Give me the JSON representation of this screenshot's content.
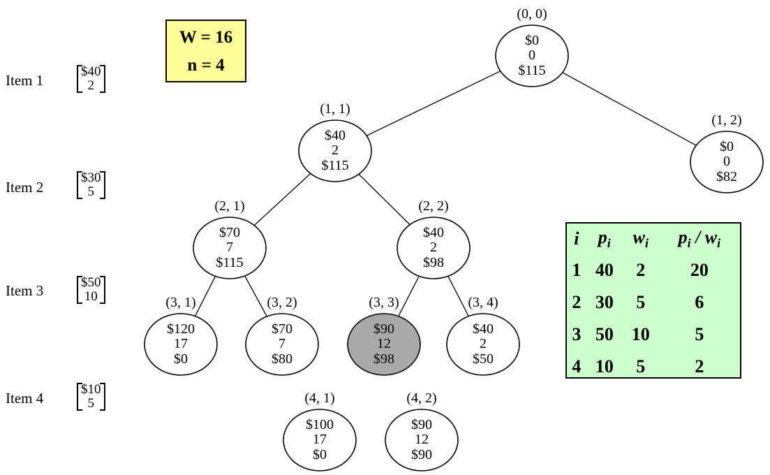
{
  "constraints": {
    "capacity": "W = 16",
    "item_count": "n = 4"
  },
  "items": [
    {
      "label": "Item 1",
      "price": "$40",
      "weight": "2"
    },
    {
      "label": "Item 2",
      "price": "$30",
      "weight": "5"
    },
    {
      "label": "Item 3",
      "price": "$50",
      "weight": "10"
    },
    {
      "label": "Item 4",
      "price": "$10",
      "weight": "5"
    }
  ],
  "tree": {
    "nodes": [
      {
        "id": "n00",
        "label": "(0, 0)",
        "profit": "$0",
        "weight": "0",
        "bound": "$115",
        "highlighted": false
      },
      {
        "id": "n11",
        "label": "(1, 1)",
        "profit": "$40",
        "weight": "2",
        "bound": "$115",
        "highlighted": false
      },
      {
        "id": "n12",
        "label": "(1, 2)",
        "profit": "$0",
        "weight": "0",
        "bound": "$82",
        "highlighted": false
      },
      {
        "id": "n21",
        "label": "(2, 1)",
        "profit": "$70",
        "weight": "7",
        "bound": "$115",
        "highlighted": false
      },
      {
        "id": "n22",
        "label": "(2, 2)",
        "profit": "$40",
        "weight": "2",
        "bound": "$98",
        "highlighted": false
      },
      {
        "id": "n31",
        "label": "(3, 1)",
        "profit": "$120",
        "weight": "17",
        "bound": "$0",
        "highlighted": false
      },
      {
        "id": "n32",
        "label": "(3, 2)",
        "profit": "$70",
        "weight": "7",
        "bound": "$80",
        "highlighted": false
      },
      {
        "id": "n33",
        "label": "(3, 3)",
        "profit": "$90",
        "weight": "12",
        "bound": "$98",
        "highlighted": true
      },
      {
        "id": "n34",
        "label": "(3, 4)",
        "profit": "$40",
        "weight": "2",
        "bound": "$50",
        "highlighted": false
      },
      {
        "id": "n41",
        "label": "(4, 1)",
        "profit": "$100",
        "weight": "17",
        "bound": "$0",
        "highlighted": false
      },
      {
        "id": "n42",
        "label": "(4, 2)",
        "profit": "$90",
        "weight": "12",
        "bound": "$90",
        "highlighted": false
      }
    ],
    "edges": [
      [
        "n00",
        "n11"
      ],
      [
        "n00",
        "n12"
      ],
      [
        "n11",
        "n21"
      ],
      [
        "n11",
        "n22"
      ],
      [
        "n21",
        "n31"
      ],
      [
        "n21",
        "n32"
      ],
      [
        "n22",
        "n33"
      ],
      [
        "n22",
        "n34"
      ]
    ],
    "highlight_color": "#a9a9a9"
  },
  "table": {
    "headers": [
      "i",
      "p",
      "w",
      "p / w"
    ],
    "header_subscript": "i",
    "rows": [
      [
        "1",
        "40",
        "2",
        "20"
      ],
      [
        "2",
        "30",
        "5",
        "6"
      ],
      [
        "3",
        "50",
        "10",
        "5"
      ],
      [
        "4",
        "10",
        "5",
        "2"
      ]
    ],
    "background": "#ccffcc"
  },
  "colors": {
    "constraint_box": "#ffff99"
  }
}
